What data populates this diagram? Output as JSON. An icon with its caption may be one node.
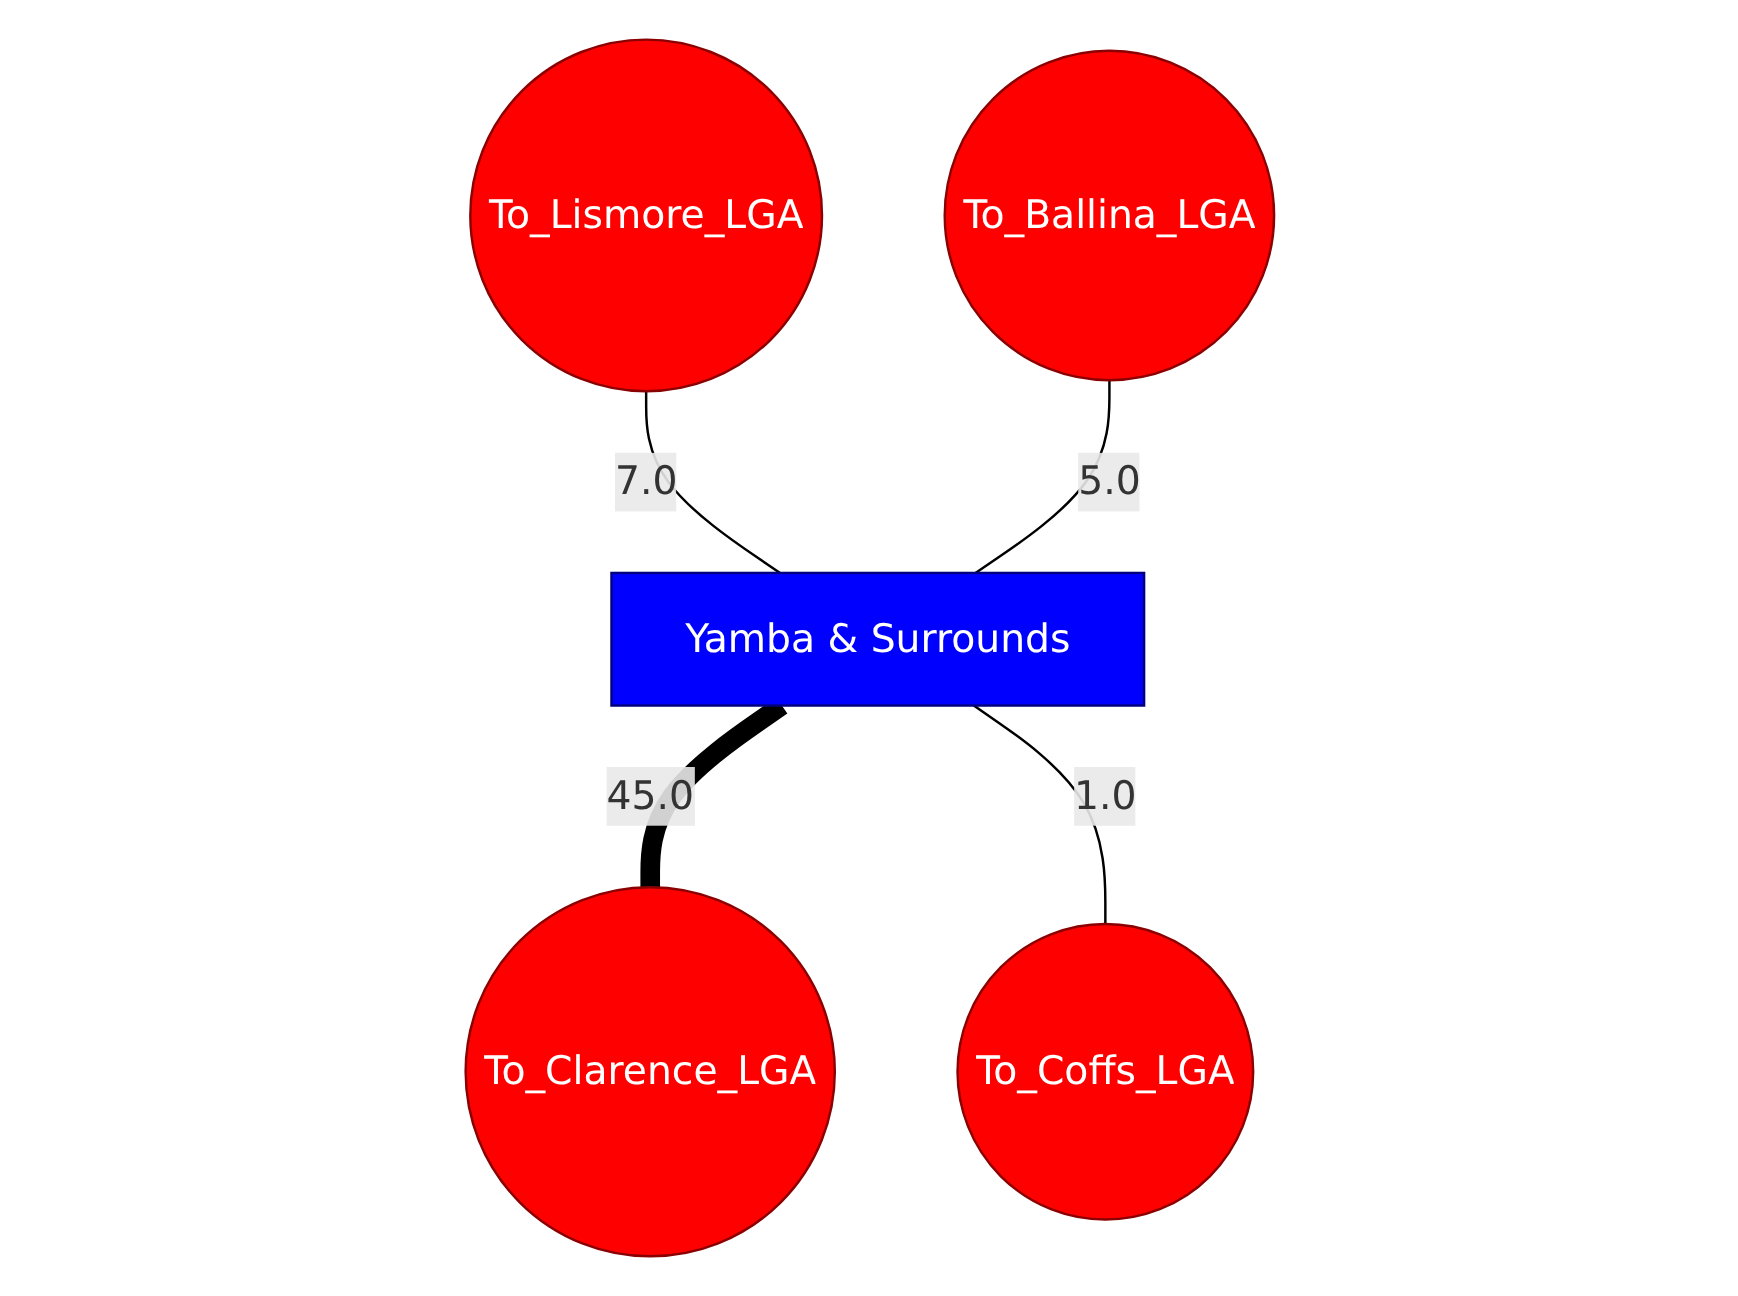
{
  "diagram": {
    "nodes": [
      {
        "text": [
          "To_Lismore_LGA"
        ]
      },
      {
        "text": [
          "To_Ballina_LGA"
        ]
      },
      {
        "text": [
          "Yamba & Surrounds"
        ]
      },
      {
        "text": [
          "To_Clarence_LGA"
        ]
      },
      {
        "text": [
          "To_Coffs_LGA"
        ]
      }
    ],
    "edges": [
      {
        "from": 0,
        "to": 2,
        "arrow": "none",
        "label": "7.0"
      },
      {
        "from": 1,
        "to": 2,
        "arrow": "none",
        "label": "5.0"
      },
      {
        "from": 2,
        "to": 3,
        "arrow": "none",
        "label": "45.0",
        "style": "thick"
      },
      {
        "from": 2,
        "to": 4,
        "arrow": "none",
        "label": "1.0"
      }
    ]
  }
}
